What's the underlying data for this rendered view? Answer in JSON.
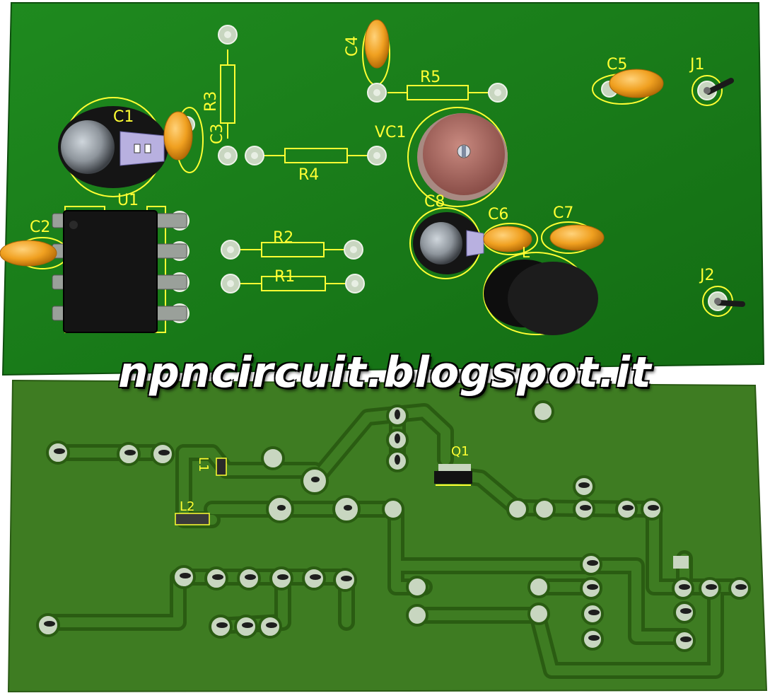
{
  "colors": {
    "top_board": "#1a7a1a",
    "bottom_board": "#3f7a20",
    "bottom_copper": "#2f6a18",
    "silkscreen": "#ffff33",
    "pad": "#c8d6c0",
    "capacitor": "#f0a020"
  },
  "top_labels": {
    "c1": "C1",
    "c2": "C2",
    "c3": "C3",
    "c4": "C4",
    "c5": "C5",
    "c6": "C6",
    "c7": "C7",
    "c8": "C8",
    "u1": "U1",
    "r1": "R1",
    "r2": "R2",
    "r3": "R3",
    "r4": "R4",
    "r5": "R5",
    "vc1": "VC1",
    "j1": "J1",
    "j2": "J2",
    "l": "L"
  },
  "bottom_labels": {
    "q1": "Q1",
    "l1": "L1",
    "l2": "L2"
  },
  "watermark": "npncircuit.blogspot.it"
}
